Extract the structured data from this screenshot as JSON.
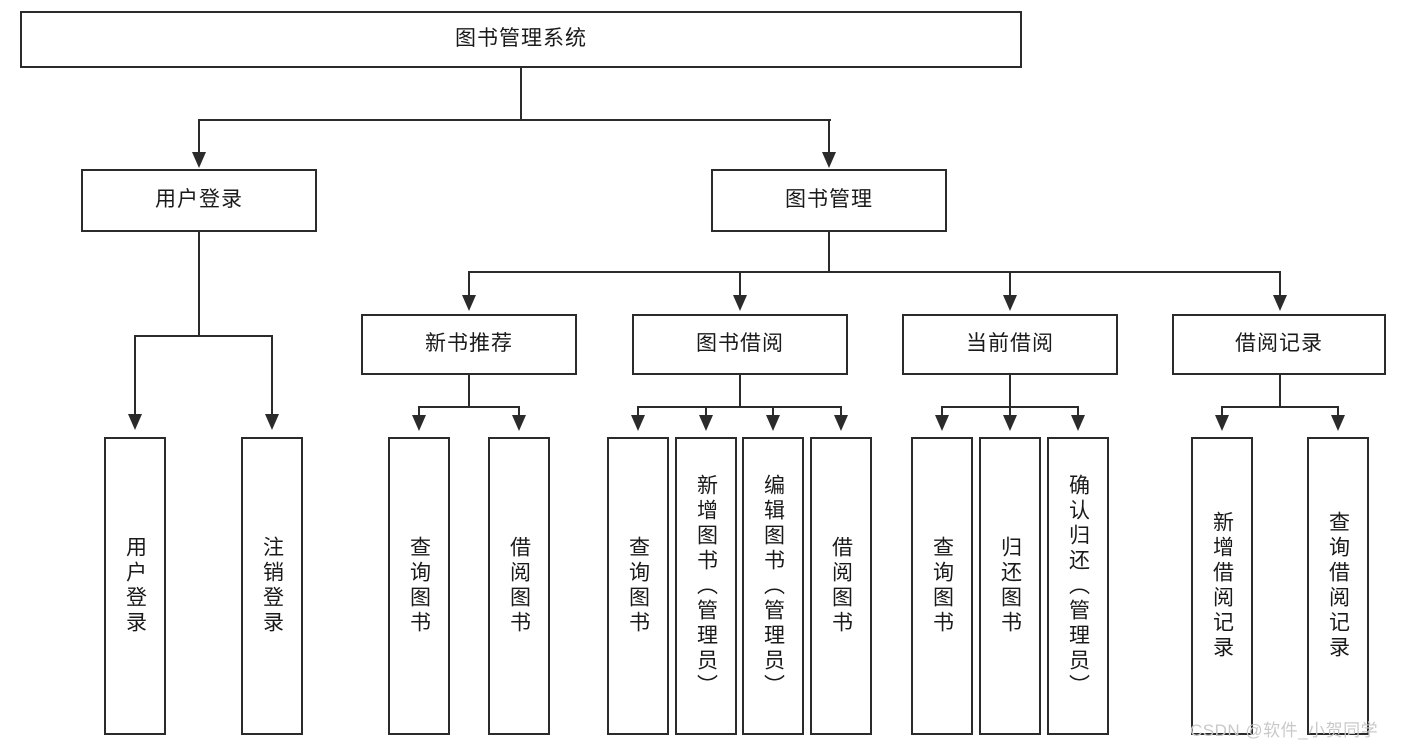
{
  "diagram": {
    "title": "图书管理系统",
    "type": "tree",
    "watermark": "CSDN @软件_小贺同学",
    "colors": {
      "box_border": "#2b2b2b",
      "box_fill": "#ffffff",
      "connector": "#2b2b2b",
      "text": "#1a1a1a",
      "watermark": "#c9c9c9"
    },
    "root": {
      "label": "图书管理系统"
    },
    "level2": [
      {
        "label": "用户登录"
      },
      {
        "label": "图书管理"
      }
    ],
    "level3": [
      {
        "label": "新书推荐"
      },
      {
        "label": "图书借阅"
      },
      {
        "label": "当前借阅"
      },
      {
        "label": "借阅记录"
      }
    ],
    "leaves": {
      "user_login": [
        {
          "label": "用户登录"
        },
        {
          "label": "注销登录"
        }
      ],
      "new_book": [
        {
          "label": "查询图书"
        },
        {
          "label": "借阅图书"
        }
      ],
      "book_borrow": [
        {
          "label": "查询图书"
        },
        {
          "label": "新增图书（管理员）"
        },
        {
          "label": "编辑图书（管理员）"
        },
        {
          "label": "借阅图书"
        }
      ],
      "current_borrow": [
        {
          "label": "查询图书"
        },
        {
          "label": "归还图书"
        },
        {
          "label": "确认归还（管理员）"
        }
      ],
      "borrow_record": [
        {
          "label": "新增借阅记录"
        },
        {
          "label": "查询借阅记录"
        }
      ]
    }
  }
}
